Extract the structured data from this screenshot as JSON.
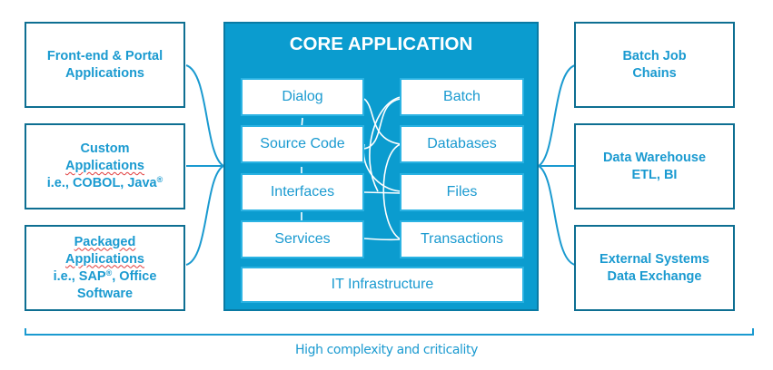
{
  "left_boxes": [
    {
      "lines": [
        "Front-end & Portal",
        "Applications"
      ]
    },
    {
      "line1": "Custom",
      "line2": "Applications",
      "line3": "i.e., COBOL, Java",
      "sup": "®"
    },
    {
      "line1": "Packaged",
      "line2": "Applications",
      "line3a": "i.e., SAP",
      "sup": "®",
      "line3b": ", Office",
      "line4": "Software"
    }
  ],
  "core": {
    "title": "CORE APPLICATION",
    "left_column": [
      "Dialog",
      "Source Code",
      "Interfaces",
      "Services"
    ],
    "right_column": [
      "Batch",
      "Databases",
      "Files",
      "Transactions"
    ],
    "footer": "IT Infrastructure"
  },
  "right_boxes": [
    {
      "lines": [
        "Batch Job",
        "Chains"
      ]
    },
    {
      "lines": [
        "Data Warehouse",
        "ETL, BI"
      ]
    },
    {
      "lines": [
        "External Systems",
        "Data Exchange"
      ]
    }
  ],
  "bracket_label": "High complexity and criticality",
  "colors": {
    "core_fill": "#0b9ccf",
    "box_border": "#0e6f92",
    "text_blue": "#1a9ad0",
    "connector": "#1a9ad0"
  }
}
